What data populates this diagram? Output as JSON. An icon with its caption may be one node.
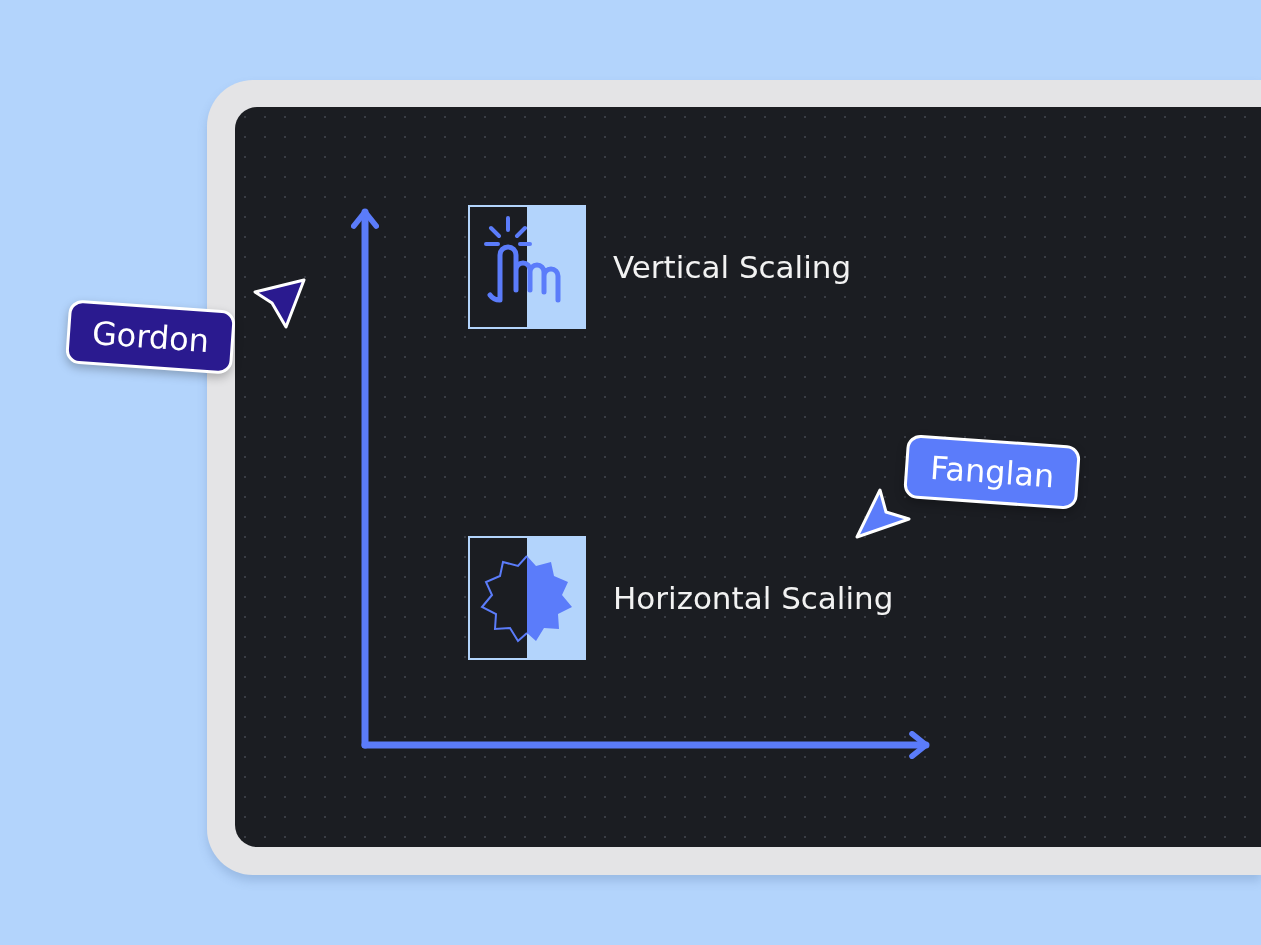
{
  "diagram": {
    "labels": [
      "Vertical Scaling",
      "Gordon",
      "Fanglan",
      "Horizontal Scaling"
    ]
  }
}
